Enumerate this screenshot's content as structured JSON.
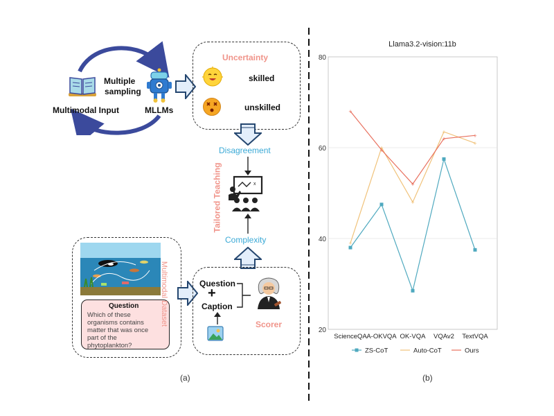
{
  "left_panel": {
    "input_label": "Multimodal Input",
    "sampling_label_1": "Multiple",
    "sampling_label_2": "sampling",
    "mllm_label": "MLLMs",
    "uncertainty_title": "Uncertainty",
    "skilled_label": "skilled",
    "unskilled_label": "unskilled",
    "disagreement_label": "Disagreement",
    "tailored_teaching_label": "Tailored Teaching",
    "complexity_label": "Complexity",
    "dataset_label": "Multimodal Dataset",
    "question_title": "Question",
    "question_text_1": "Which of these",
    "question_text_2": "organisms contains",
    "question_text_3": "matter that was once",
    "question_text_4": "part of the",
    "question_text_5": "phytoplankton?",
    "scorer_question": "Question",
    "scorer_plus": "+",
    "scorer_caption": "Caption",
    "scorer_label": "Scorer",
    "caption": "(a)"
  },
  "right_panel": {
    "caption": "(b)"
  },
  "colors": {
    "zs_cot": "#4fa9bf",
    "auto_cot": "#f0c27a",
    "ours": "#e8705e",
    "accent_red": "#f0948a",
    "accent_blue": "#3aa9d6"
  },
  "chart_data": {
    "type": "line",
    "title": "Llama3.2-vision:11b",
    "categories": [
      "ScienceQA",
      "A-OKVQA",
      "OK-VQA",
      "VQAv2",
      "TextVQA"
    ],
    "ylim": [
      20,
      80
    ],
    "yticks": [
      20,
      40,
      60,
      80
    ],
    "grid": true,
    "legend_position": "bottom",
    "series": [
      {
        "name": "ZS-CoT",
        "values": [
          38,
          47.5,
          28.5,
          57.5,
          37.5
        ]
      },
      {
        "name": "Auto-CoT",
        "values": [
          39,
          60,
          48,
          63.5,
          61
        ]
      },
      {
        "name": "Ours",
        "values": [
          68,
          59.5,
          52,
          62,
          62.7
        ]
      }
    ]
  }
}
